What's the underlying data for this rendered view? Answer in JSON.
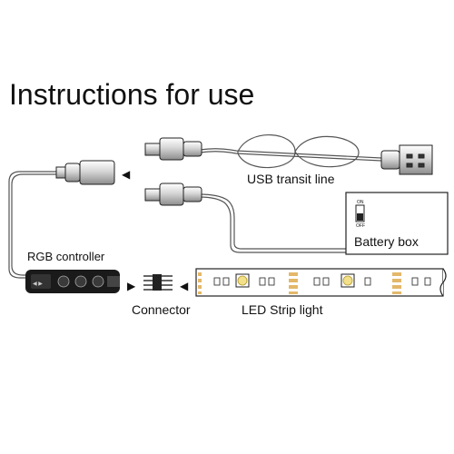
{
  "title": "Instructions for use",
  "labels": {
    "usb_transit_line": "USB transit line",
    "battery_box": "Battery box",
    "rgb_controller": "RGB controller",
    "connector": "Connector",
    "led_strip_light": "LED Strip light"
  },
  "switch": {
    "on": "ON",
    "off": "OFF"
  },
  "colors": {
    "ink": "#111111",
    "cable": "#555555",
    "led": "#f2e08a",
    "contact": "#e3b86a"
  }
}
